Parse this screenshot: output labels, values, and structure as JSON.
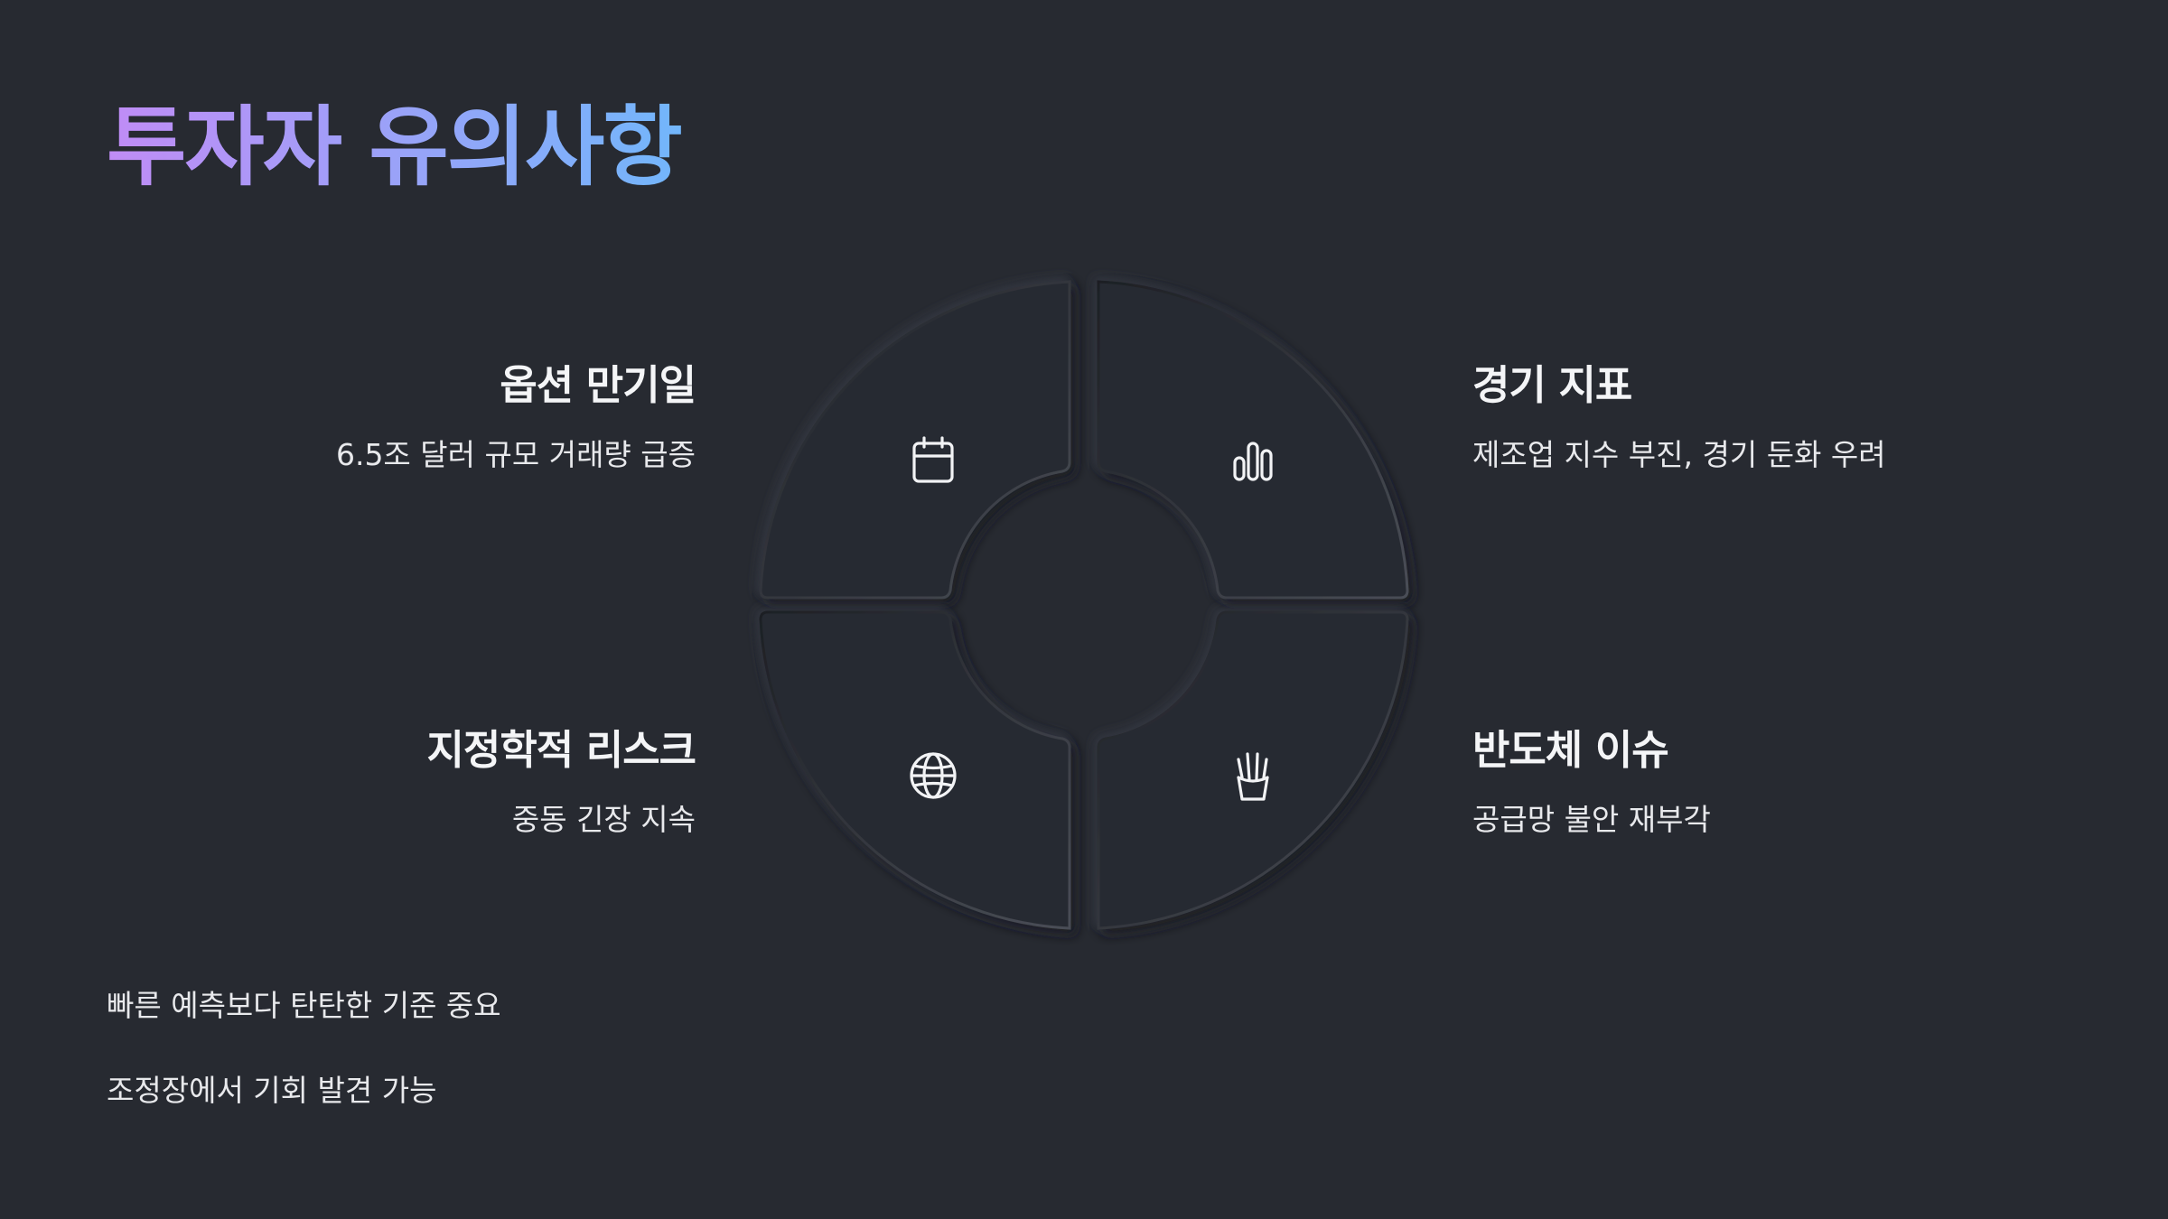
{
  "title": "투자자 유의사항",
  "items": [
    {
      "title": "옵션 만기일",
      "desc": "6.5조 달러 규모 거래량 급증",
      "icon": "calendar-icon"
    },
    {
      "title": "경기 지표",
      "desc": "제조업 지수 부진, 경기 둔화 우려",
      "icon": "bar-chart-icon"
    },
    {
      "title": "지정학적 리스크",
      "desc": "중동 긴장 지속",
      "icon": "globe-icon"
    },
    {
      "title": "반도체 이슈",
      "desc": "공급망 불안 재부각",
      "icon": "fries-icon"
    }
  ],
  "footer": [
    "빠른 예측보다 탄탄한 기준 중요",
    "조정장에서 기회 발견 가능"
  ],
  "colors": {
    "background": "#272a31",
    "gradient_start": "#c08cf6",
    "gradient_end": "#72b6fb",
    "text": "#f2f3f5"
  }
}
